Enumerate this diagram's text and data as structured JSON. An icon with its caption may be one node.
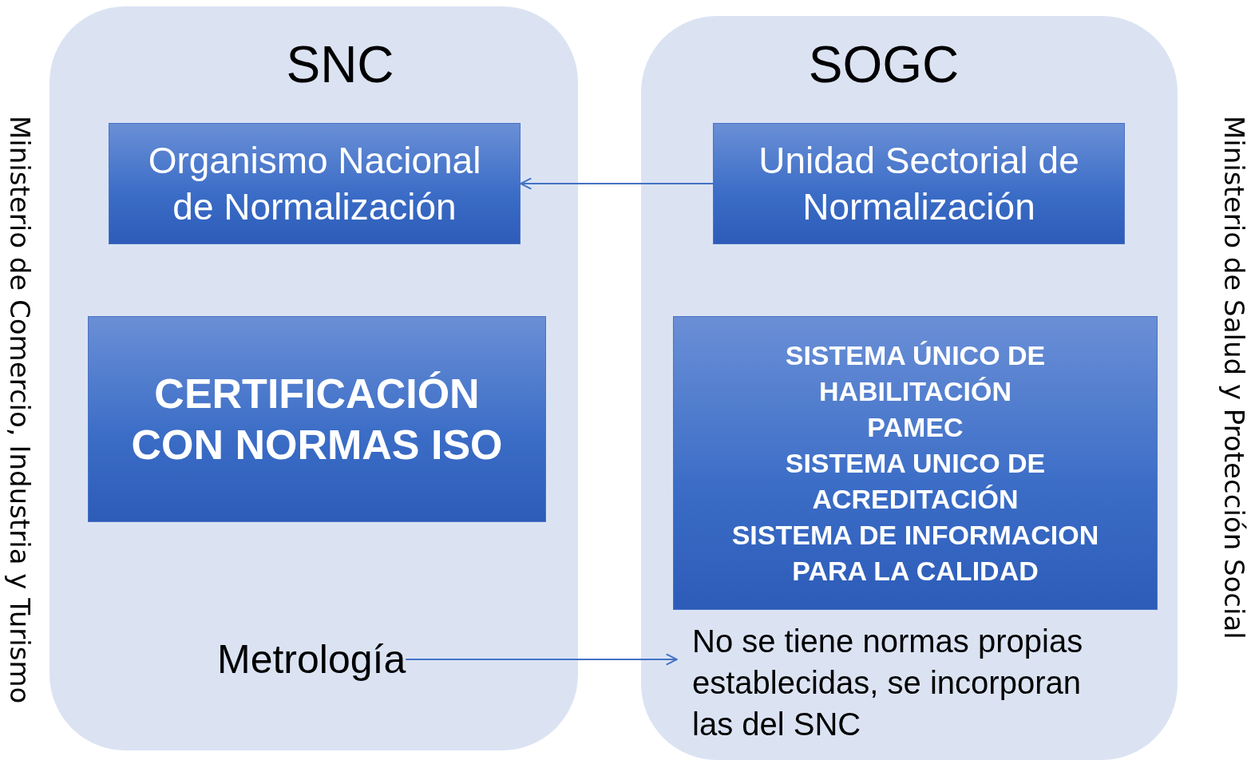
{
  "diagram": {
    "nodes": [
      {
        "text": [
          "SNC"
        ]
      },
      {
        "text": [
          "Organismo Nacional de Normalización"
        ],
        "in": 0
      },
      {
        "text": [
          "CERTIFICACIÓN CON NORMAS ISO"
        ],
        "in": 0
      },
      {
        "text": [
          "Metrología"
        ],
        "in": 0
      },
      {
        "text": [
          "SOGC"
        ]
      },
      {
        "text": [
          "Unidad Sectorial de Normalización"
        ],
        "in": 4
      },
      {
        "text": [
          "SISTEMA ÚNICO DE HABILITACIÓN",
          "PAMEC",
          "SISTEMA UNICO DE ACREDITACIÓN",
          "SISTEMA DE INFORMACION PARA LA CALIDAD"
        ],
        "in": 4
      },
      {
        "text": [
          "No se tiene normas propias establecidas, se incorporan las del SNC"
        ],
        "in": 4
      }
    ],
    "edges": [
      {
        "from": 5,
        "to": 1,
        "arrow": "to"
      },
      {
        "from": 3,
        "to": 7,
        "arrow": "to"
      }
    ],
    "labels": [
      "Ministerio de Comercio, Industria y Turismo",
      "Ministerio de Salud y Protección Social"
    ]
  }
}
